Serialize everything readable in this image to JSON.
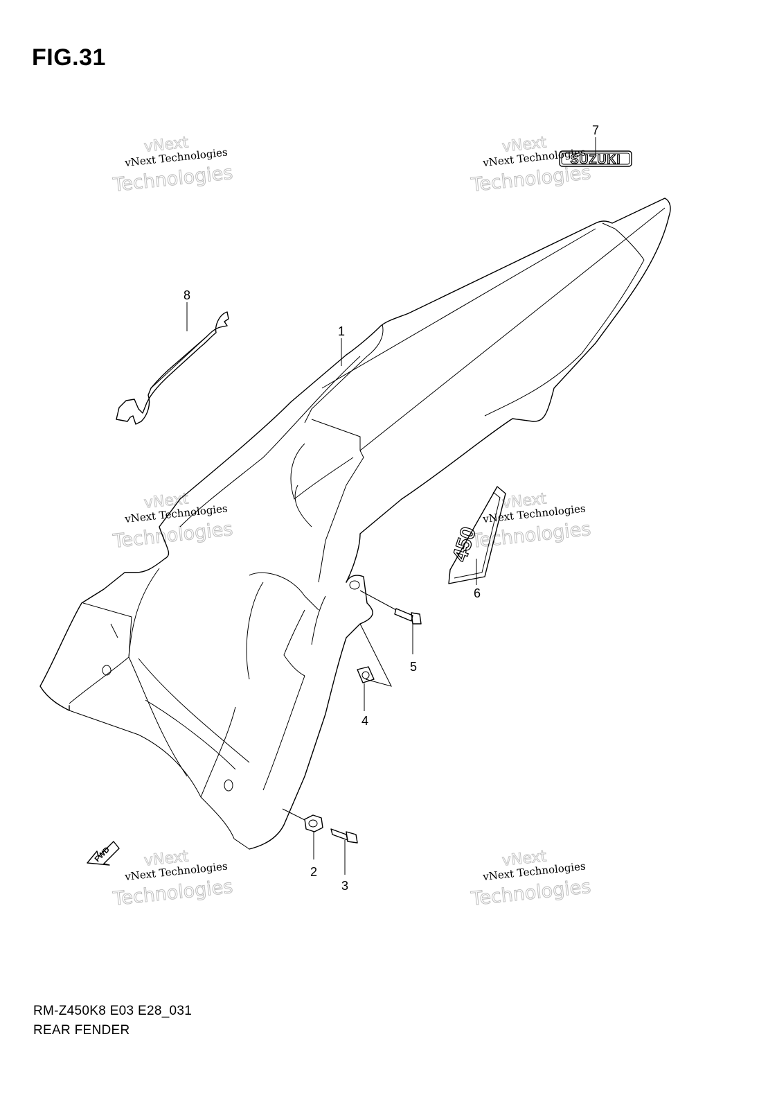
{
  "figure": {
    "title": "FIG.31"
  },
  "callouts": [
    "1",
    "2",
    "3",
    "4",
    "5",
    "6",
    "7",
    "8"
  ],
  "watermarks": [
    {
      "line0": "vNext",
      "line1": "vNext Technologies",
      "line2": "Technologies"
    },
    {
      "line0": "vNext",
      "line1": "vNext Technologies",
      "line2": "Technologies"
    },
    {
      "line0": "vNext",
      "line1": "vNext Technologies",
      "line2": "Technologies"
    },
    {
      "line0": "vNext",
      "line1": "vNext Technologies",
      "line2": "Technologies"
    },
    {
      "line0": "vNext",
      "line1": "vNext Technologies",
      "line2": "Technologies"
    },
    {
      "line0": "vNext",
      "line1": "vNext Technologies",
      "line2": "Technologies"
    }
  ],
  "decals": {
    "brand": "SUZUKI",
    "model": "450",
    "direction": "FWD"
  },
  "footer": {
    "code": "RM-Z450K8 E03 E28_031",
    "name": "REAR FENDER"
  }
}
